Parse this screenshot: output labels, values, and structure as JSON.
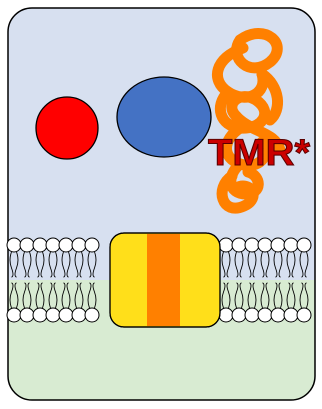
{
  "label": {
    "text": "TMR*"
  },
  "colors": {
    "upper_compartment": "#d7e0f0",
    "lower_compartment": "#d8ebd2",
    "outline": "#000000",
    "small_circle": "#ff0000",
    "large_ellipse": "#4472c4",
    "coil": "#ff8000",
    "channel_outer": "#ffdf1a",
    "channel_core": "#ff8000",
    "lipid_head": "#ffffff",
    "label": "#cc0000"
  },
  "elements": {
    "small_circle_icon": "red-circle",
    "large_ellipse_icon": "blue-ellipse",
    "coil_icon": "orange-coiled-protein",
    "channel_icon": "membrane-channel",
    "membrane_icon": "lipid-bilayer"
  }
}
